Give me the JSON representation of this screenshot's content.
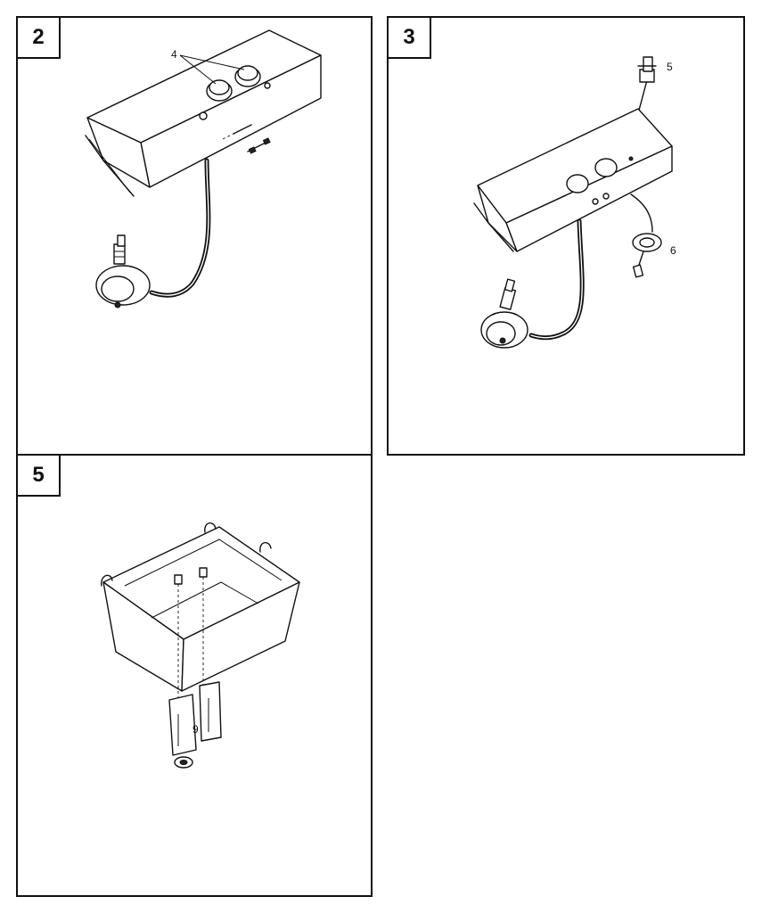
{
  "panels": [
    {
      "step": "2",
      "callouts": [
        "4"
      ]
    },
    {
      "step": "3",
      "callouts": [
        "5",
        "6"
      ]
    },
    {
      "step": "5",
      "callouts": [
        "9"
      ]
    }
  ]
}
